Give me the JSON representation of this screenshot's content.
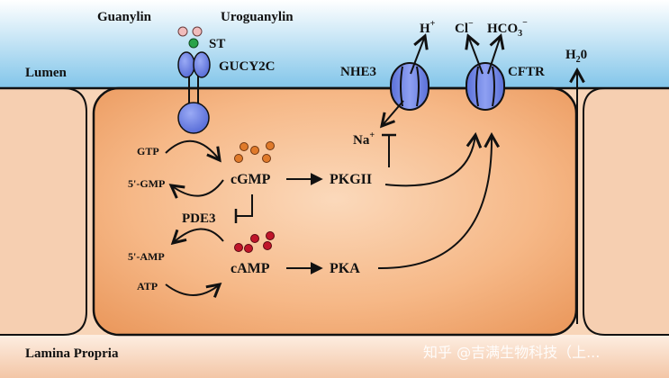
{
  "labels": {
    "guanylin": "Guanylin",
    "uroguanylin": "Uroguanylin",
    "st": "ST",
    "gucy2c": "GUCY2C",
    "lumen": "Lumen",
    "nhe3": "NHE3",
    "cftr": "CFTR",
    "h_plus": "H",
    "h_plus_sup": "+",
    "cl_minus": "Cl",
    "cl_minus_sup": "−",
    "hco3": "HCO",
    "hco3_sub": "3",
    "hco3_sup": "−",
    "h2o": "H",
    "h2o_sub": "2",
    "h2o_tail": "0",
    "na_plus": "Na",
    "na_plus_sup": "+",
    "gtp": "GTP",
    "cgmp": "cGMP",
    "five_gmp": "5'-GMP",
    "pkgii": "PKGII",
    "pde3": "PDE3",
    "five_amp": "5'-AMP",
    "camp": "cAMP",
    "atp": "ATP",
    "pka": "PKA",
    "lamina_propria": "Lamina Propria"
  },
  "watermark": "知乎 @吉满生物科技（上...",
  "colors": {
    "lumen_gradient_top": "#ffffff",
    "lumen_gradient_bottom": "#7fc4e9",
    "cell_fill": "#f7d2b3",
    "cell_center": "#fbd7b6",
    "cell_edge": "#eda06a",
    "channel_fill": "#6f86ea",
    "guanylin_dot": "#f3c3c3",
    "st_dot": "#2aa34a",
    "cgmp_dots": "#e07a2a",
    "camp_dots": "#c0152a"
  }
}
